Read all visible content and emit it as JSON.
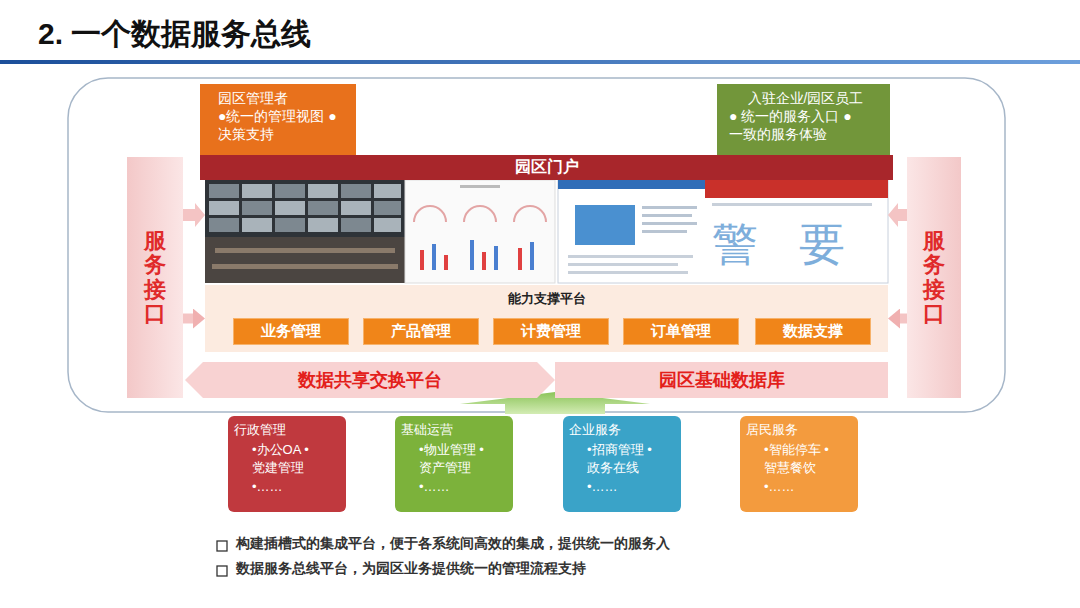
{
  "diagram": {
    "title": "2. 一个数据服务总线",
    "nodes": [
      {
        "text": [
          "园区管理者",
          "●统一的管理视图 ●决策支持"
        ]
      },
      {
        "text": [
          "入驻企业/园区员工",
          "● 统一的服务入口 ●一致的服务体验"
        ]
      },
      {
        "text": [
          "园区门户"
        ]
      },
      {
        "text": [
          "服务接口"
        ]
      },
      {
        "text": [
          "服务接口"
        ]
      },
      {
        "text": [
          "能力支撑平台"
        ]
      },
      {
        "text": [
          "业务管理"
        ],
        "in": 5
      },
      {
        "text": [
          "产品管理"
        ],
        "in": 5
      },
      {
        "text": [
          "计费管理"
        ],
        "in": 5
      },
      {
        "text": [
          "订单管理"
        ],
        "in": 5
      },
      {
        "text": [
          "数据支撑"
        ],
        "in": 5
      },
      {
        "text": [
          "数据共享交换平台"
        ]
      },
      {
        "text": [
          "园区基础数据库"
        ]
      },
      {
        "text": [
          "行政管理",
          "•办公OA •党建管理 •……"
        ]
      },
      {
        "text": [
          "基础运营",
          "•物业管理 •资产管理 •……"
        ]
      },
      {
        "text": [
          "企业服务",
          "•招商管理 •政务在线 •……"
        ]
      },
      {
        "text": [
          "居民服务",
          "•智能停车 •智慧餐饮 •……"
        ]
      }
    ],
    "edges": [
      {
        "from": 3,
        "to": 5,
        "arrow": "to"
      },
      {
        "from": 4,
        "to": 5,
        "arrow": "to"
      }
    ],
    "labels": [
      "警 要",
      "构建插槽式的集成平台，便于各系统间高效的集成，提供统一的服务入",
      "数据服务总线平台，为园区业务提供统一的管理流程支持"
    ]
  }
}
